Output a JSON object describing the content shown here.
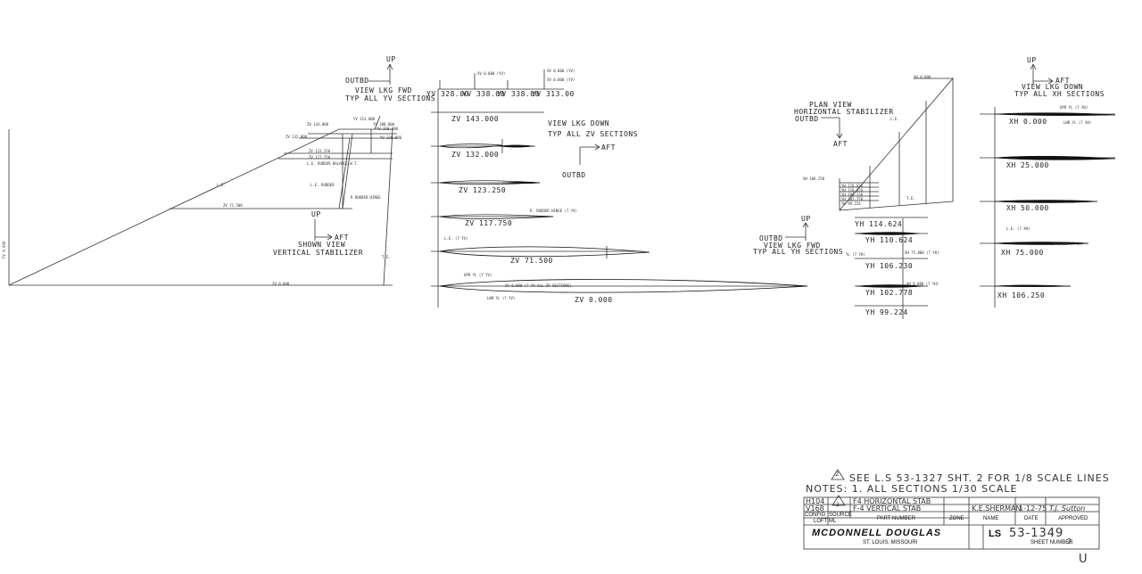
{
  "vertical_stab": {
    "orient_up": "UP",
    "orient_outbd": "OUTBD",
    "caption_1": "VIEW LKG FWD",
    "caption_2": "TYP ALL YV SECTIONS",
    "view_up": "UP",
    "view_aft": "AFT",
    "view_1": "SHOWN VIEW",
    "view_2": "VERTICAL STABILIZER",
    "zv_labels": [
      "ZV 143.000",
      "ZV 132.000",
      "ZV 123.250",
      "ZV 117.750",
      "ZV 71.500",
      "ZV 0.000"
    ],
    "yv_labels": [
      "YV 313.000",
      "YV 308.000",
      "YV 318.000",
      "YV 330.000"
    ],
    "notes": [
      "L.E. RUDDER BALANCE W.T.",
      "L.E. RUDDER",
      "R RUDDER HINGE",
      "L.E.",
      "T.E.",
      "FV 0.000"
    ]
  },
  "zv_sections": {
    "top_labels": [
      "YV 328.00",
      "YV 338.00",
      "YV 338.00",
      "YV 313.00"
    ],
    "top_notes": [
      "XV 0.000 (YV)",
      "XV 0.000 (YV)",
      "XV 0.000 (YV)"
    ],
    "caption_1": "VIEW LKG DOWN",
    "caption_2": "TYP ALL ZV SECTIONS",
    "aft": "AFT",
    "outbd": "OUTBD",
    "sections": [
      "ZV 143.000",
      "ZV 132.000",
      "ZV 123.250",
      "ZV 117.750",
      "ZV 71.500",
      "ZV 0.000"
    ],
    "notes": [
      "R. RUDDER HINGE (7 YV)",
      "L.E. (7 YV)",
      "UPR YL (7 YV)",
      "XV 0.000 (7 YV ALL ZV SECTIONS)",
      "LWR YL (7 YV)"
    ]
  },
  "horiz_plan": {
    "caption_1": "PLAN VIEW",
    "caption_2": "HORIZONTAL STABILIZER",
    "outbd": "OUTBD",
    "aft": "AFT",
    "notes": [
      "XH 0.000",
      "L.E.",
      "T.E.",
      "XH 106.250"
    ],
    "small": [
      "YH 116.624",
      "YH 110.624",
      "YH 106.230",
      "YH 102.778",
      "YH 99.224"
    ]
  },
  "yh_sections": {
    "up": "UP",
    "outbd": "OUTBD",
    "caption_1": "VIEW LKG FWD",
    "caption_2": "TYP ALL YH SECTIONS",
    "sections": [
      "YH 114.624",
      "YH 110.624",
      "YH 106.230",
      "YH 102.778",
      "YH 99.224"
    ],
    "notes": [
      "XH 75.000 (7 YH)",
      "XH 0.000 (7 YH)",
      "YL (7 YH)"
    ]
  },
  "xh_sections": {
    "up": "UP",
    "aft": "AFT",
    "caption_1": "VIEW LKG DOWN",
    "caption_2": "TYP ALL XH SECTIONS",
    "sections": [
      "XH 0.000",
      "XH 25.000",
      "XH 50.000",
      "XH 75.000",
      "XH 106.250"
    ],
    "notes": [
      "UPR YL (7 XH)",
      "LWR YL (7 XH)",
      "L.E. (7 XH)",
      "ZH 0.000 (7 XH)"
    ]
  },
  "notes_block": {
    "line1": "SEE L.S 53-1327 SHT. 2 FOR 1/8 SCALE LINES",
    "line2": "NOTES: 1. ALL SECTIONS 1/30 SCALE",
    "flag": "2"
  },
  "title_block": {
    "config_1": "H104",
    "config_2": "V168",
    "rev_flag": "2",
    "part_1": "F4 HORIZONTAL STAB",
    "part_2": "F-4 VERTICAL STAB",
    "name": "K.E.SHERMAN",
    "date": "1-12-75",
    "approved": "T.J. Sutton",
    "h_config": "CONFIG",
    "h_source": "SOURCE",
    "h_loft": "LOFT ML",
    "h_part": "PART NUMBER",
    "h_zone": "ZONE",
    "h_name": "NAME",
    "h_date": "DATE",
    "h_approved": "APPROVED",
    "company": "MCDONNELL DOUGLAS",
    "city": "ST. LOUIS, MISSOURI",
    "ls": "LS",
    "drawing_no": "53-1349",
    "sheet_label": "SHEET NUMBER",
    "sheet_no": "2",
    "corner": "U"
  }
}
